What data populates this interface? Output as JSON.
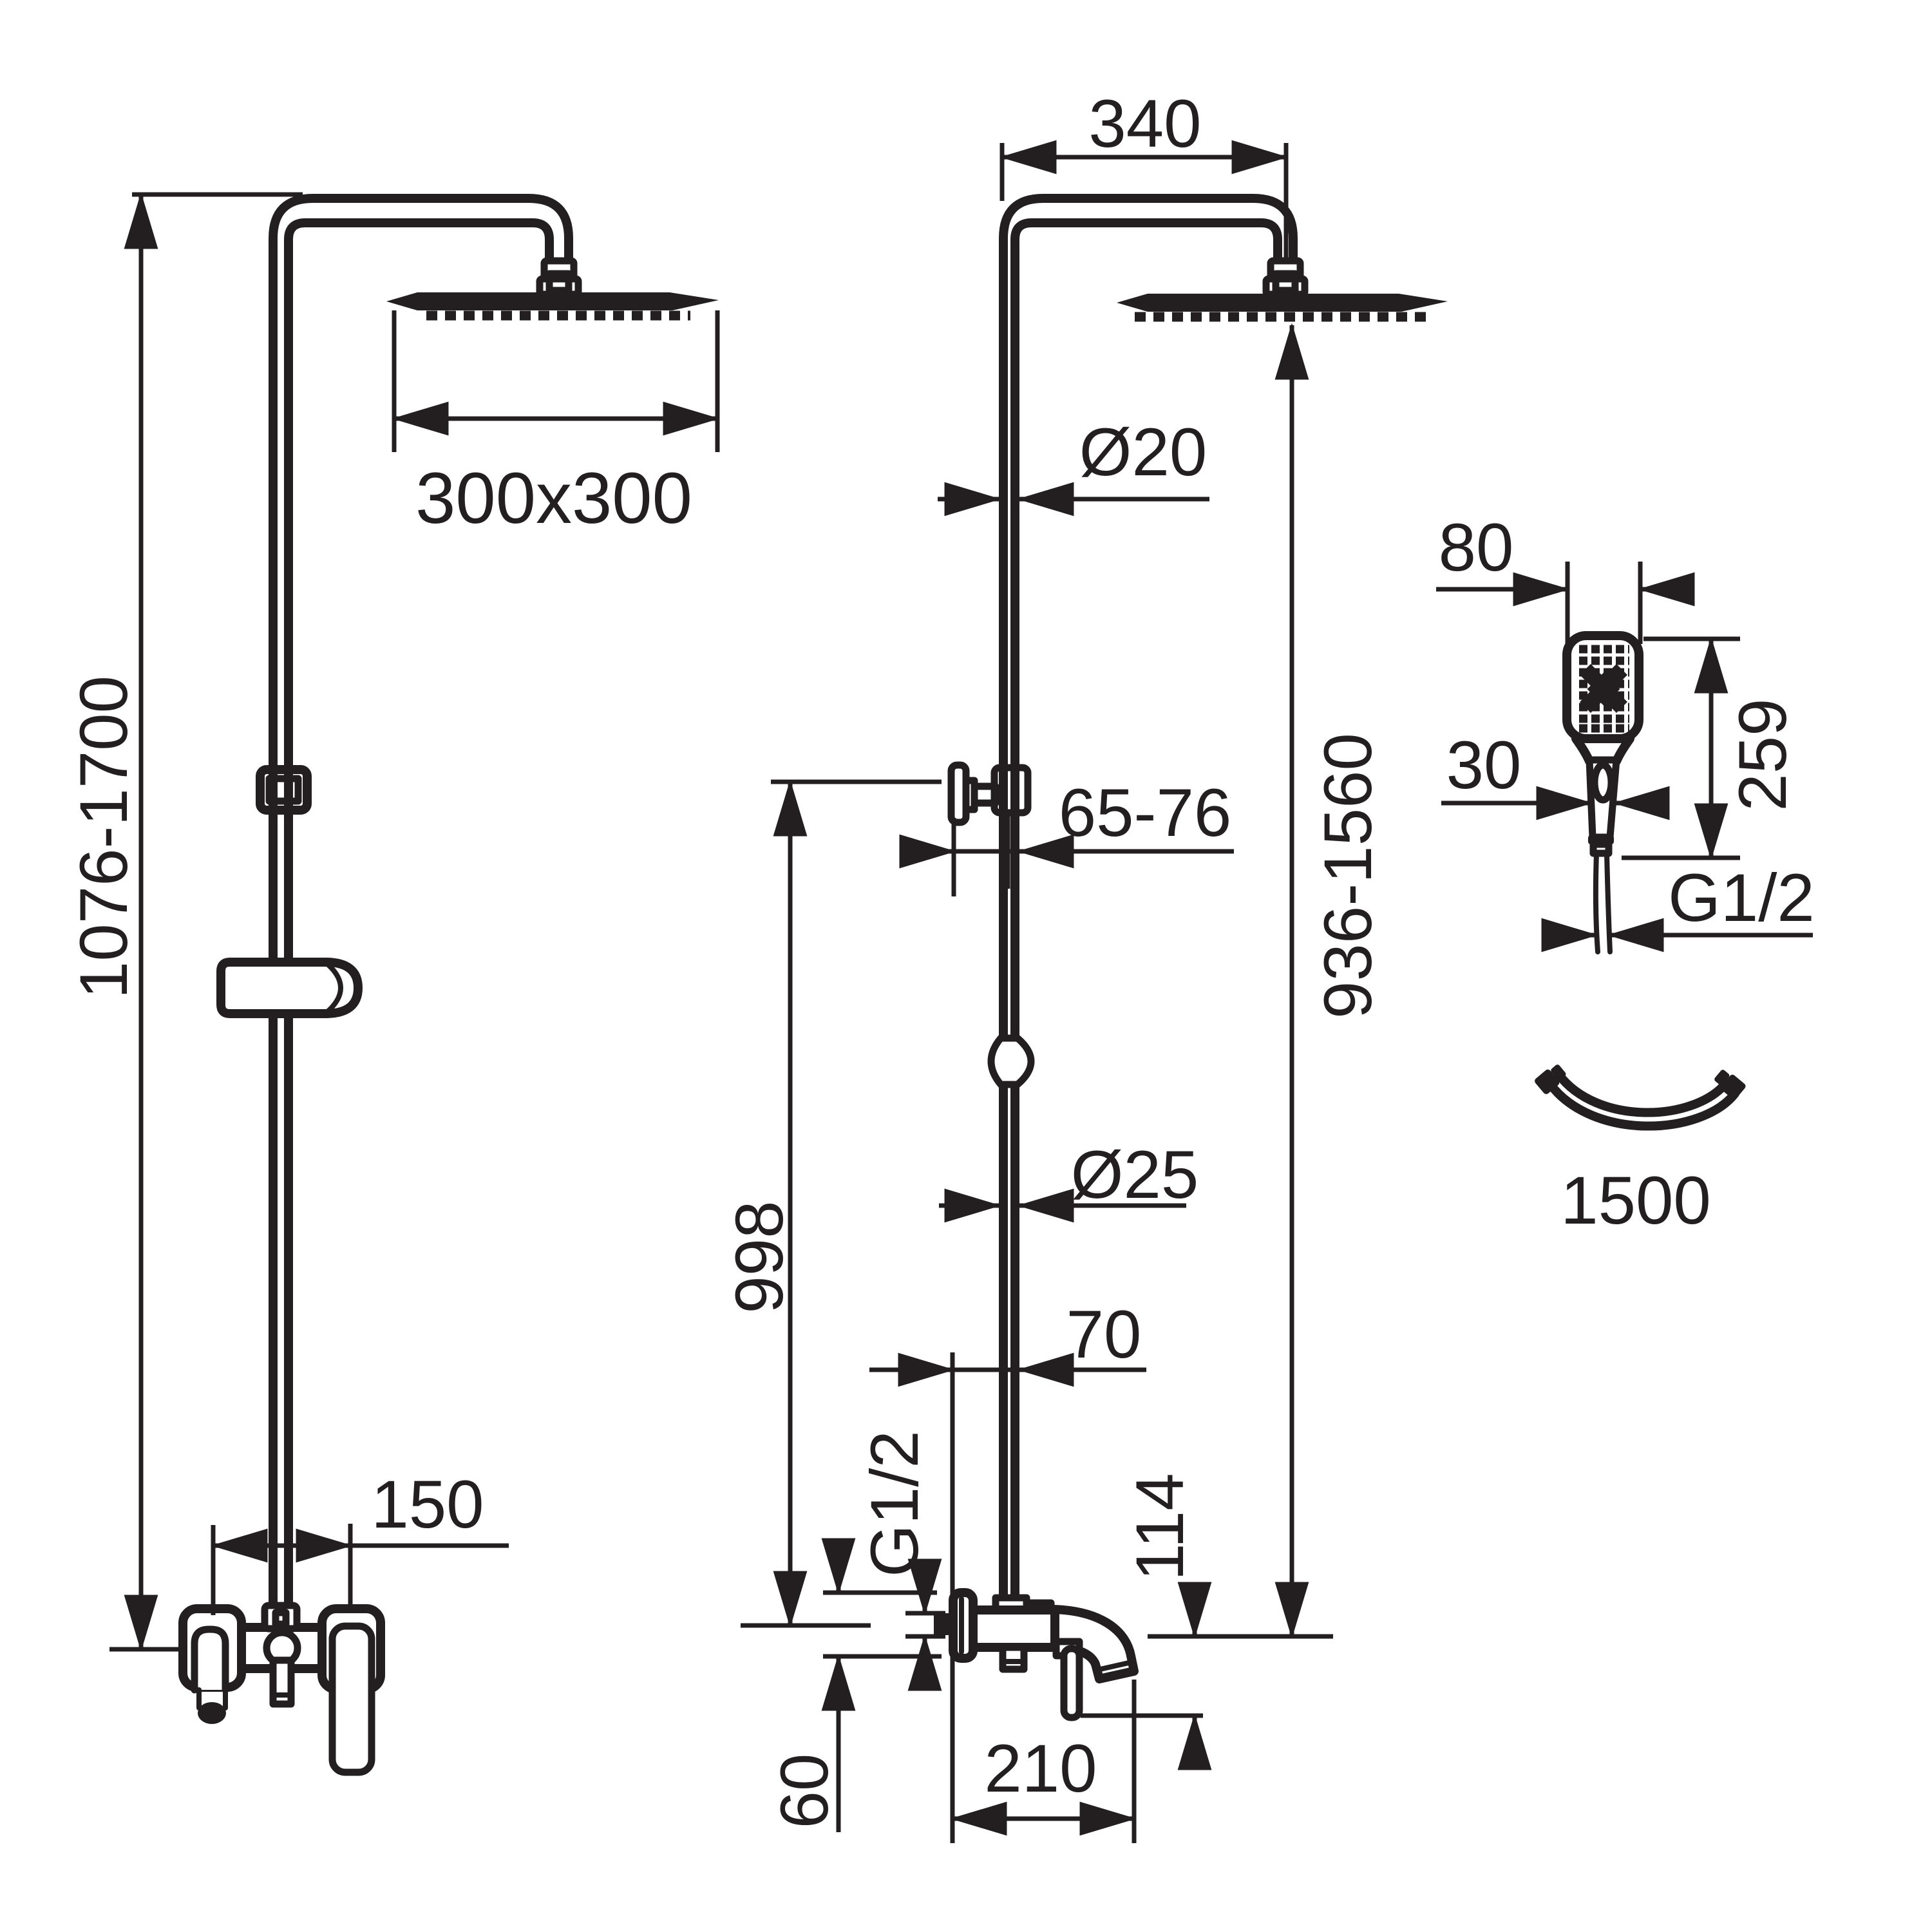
{
  "diagram": {
    "kind": "technical-drawing",
    "subject": "shower column set with rain head, hand shower and hose",
    "line_color": "#231f20",
    "background_color": "#ffffff",
    "views": {
      "front": {
        "name": "front-view",
        "dims": {
          "head_size": "300x300",
          "column_height": "1076-1700",
          "valve_spacing": "150"
        }
      },
      "side": {
        "name": "side-view",
        "dims": {
          "arm_reach": "340",
          "pipe_upper": "Ø20",
          "bracket_range": "65-76",
          "bracket_height": "998",
          "pipe_lower": "Ø25",
          "head_height": "936-1560",
          "offset_spout": "70",
          "thread": "G1/2",
          "spout_drop": "114",
          "inlet_offset": "60",
          "spout_reach": "210"
        }
      },
      "hand": {
        "name": "hand-shower-detail",
        "dims": {
          "width": "80",
          "handle_width": "30",
          "length": "259",
          "thread": "G1/2"
        }
      },
      "hose": {
        "name": "shower-hose",
        "dims": {
          "length": "1500"
        }
      }
    }
  }
}
